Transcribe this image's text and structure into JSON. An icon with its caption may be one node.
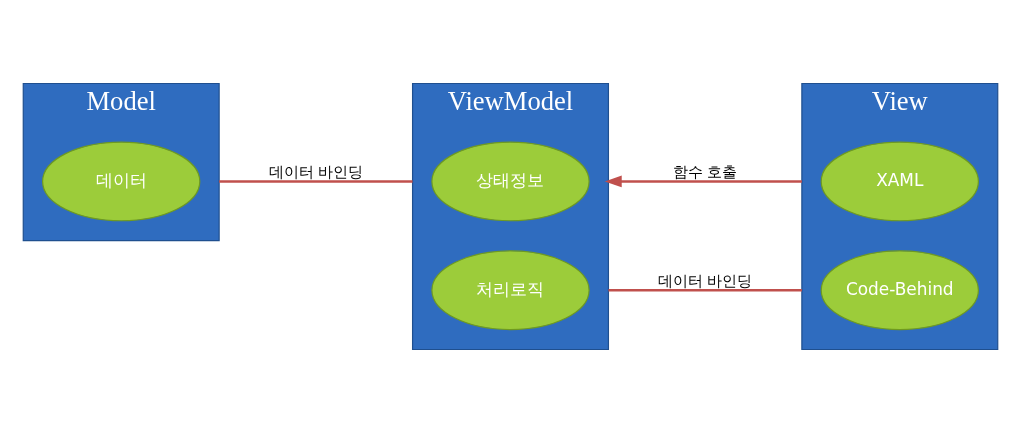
{
  "diagram": {
    "nodes": [
      {
        "text": [
          "Model"
        ]
      },
      {
        "text": [
          "데이터"
        ],
        "in": 0
      },
      {
        "text": [
          "ViewModel"
        ]
      },
      {
        "text": [
          "상태정보"
        ],
        "in": 2
      },
      {
        "text": [
          "처리로직"
        ],
        "in": 2
      },
      {
        "text": [
          "View"
        ]
      },
      {
        "text": [
          "XAML"
        ],
        "in": 5
      },
      {
        "text": [
          "Code-Behind"
        ],
        "in": 5
      }
    ],
    "edges": [
      {
        "from": 0,
        "to": 2,
        "arrow": "none",
        "label": "데이터 바인딩"
      },
      {
        "from": 5,
        "to": 2,
        "arrow": "to",
        "label": "함수 호출"
      },
      {
        "from": 2,
        "to": 5,
        "arrow": "none",
        "label": "데이터 바인딩"
      }
    ]
  }
}
